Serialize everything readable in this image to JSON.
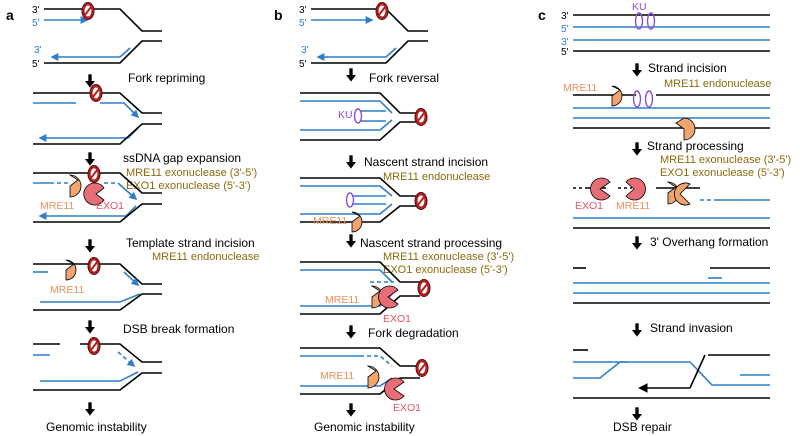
{
  "panels": {
    "a": {
      "label": "a",
      "end3": "3'",
      "end5": "5'",
      "steps": [
        "Fork repriming",
        "ssDNA gap expansion",
        "Template strand incision",
        "DSB break formation",
        "Genomic instability"
      ],
      "notes": {
        "gap": [
          "MRE11 exonuclease (3'-5')",
          "EXO1 exonuclease (5'-3')"
        ],
        "incision": "MRE11 endonuclease"
      },
      "proteins": {
        "mre11": "MRE11",
        "exo1": "EXO1"
      }
    },
    "b": {
      "label": "b",
      "end3": "3'",
      "end5": "5'",
      "steps": [
        "Fork reversal",
        "Nascent strand incision",
        "Nascent strand processing",
        "Fork degradation",
        "Genomic instability"
      ],
      "notes": {
        "incision": "MRE11 endonuclease",
        "processing": [
          "MRE11 exonuclease (3'-5')",
          "EXO1 exonuclease (5'-3')"
        ]
      },
      "proteins": {
        "ku": "KU",
        "mre11": "MRE11",
        "exo1": "EXO1"
      }
    },
    "c": {
      "label": "c",
      "end3": "3'",
      "end5": "5'",
      "steps": [
        "Strand incision",
        "Strand processing",
        "3' Overhang formation",
        "Strand invasion",
        "DSB repair"
      ],
      "notes": {
        "incision": "MRE11 endonuclease",
        "processing": [
          "MRE11 exonuclease (3'-5')",
          "EXO1 exonuclease (5'-3')"
        ]
      },
      "proteins": {
        "ku": "KU",
        "mre11": "MRE11",
        "exo1": "EXO1"
      }
    }
  },
  "colors": {
    "template_strand": "#000000",
    "nascent_strand": "#2f7ec9",
    "mre11": "#f0a46e",
    "exo1": "#e86d77",
    "ku": "#8a4fd1",
    "enzyme_note": "#8B6A0E",
    "lesion": "#b32020"
  }
}
